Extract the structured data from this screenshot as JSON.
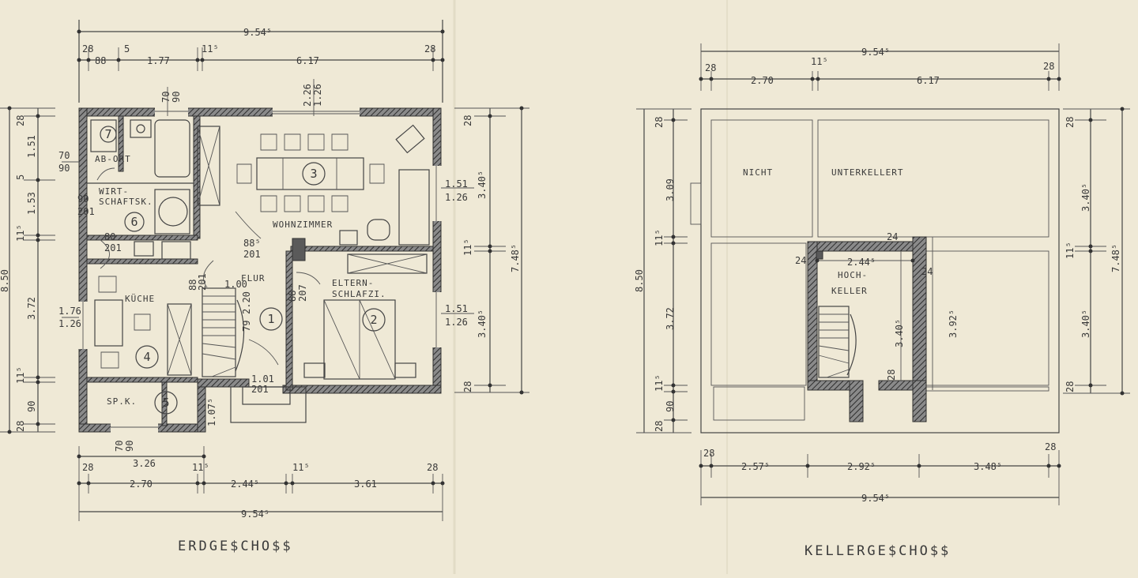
{
  "erdgeschoss": {
    "title": "ERDGE$CHO$$",
    "rooms": {
      "abort": "AB-ORT",
      "wirtschaft_1": "WIRT-",
      "wirtschaft_2": "SCHAFTSK.",
      "wohnzimmer": "WOHNZIMMER",
      "flur": "FLUR",
      "eltern_1": "ELTERN-",
      "eltern_2": "SCHLAFZI.",
      "kueche": "KÜCHE",
      "spk": "SP.K."
    },
    "room_numbers": [
      "1",
      "2",
      "3",
      "4",
      "5",
      "6",
      "7"
    ],
    "dims": {
      "top_total": "9.54⁵",
      "top_28a": "28",
      "top_88": "88",
      "top_5": "5",
      "top_177": "1.77",
      "top_115": "11⁵",
      "top_617": "6.17",
      "top_28b": "28",
      "window_70": "70",
      "window_90": "90",
      "door_226": "2.26",
      "door_126": "1.26",
      "left_28": "28",
      "left_151": "1.51",
      "left_5": "5",
      "left_153": "1.53",
      "left_115": "11⁵",
      "left_850": "8.50",
      "left_372": "3.72",
      "left_115b": "11⁵",
      "left_28b": "28",
      "left_90": "90",
      "abort_70": "70",
      "abort_90": "90",
      "wirt_90": "90",
      "wirt_201": "201",
      "kue_80": "80",
      "kue_201": "201",
      "kue_176": "1.76",
      "kue_126": "1.26",
      "flur_885": "88⁵",
      "flur_201": "201",
      "flur_88": "88",
      "flur_201b": "201",
      "stair_100": "1.00",
      "stair_79": "79",
      "stair_220": "2.20",
      "eltern_885": "88⁵",
      "eltern_207": "207",
      "entry_101": "1.01",
      "entry_201": "201",
      "side_1075": "1.07⁵",
      "right_151a": "1.51",
      "right_126a": "1.26",
      "right_151b": "1.51",
      "right_126b": "1.26",
      "right_28": "28",
      "right_3405a": "3.40⁵",
      "right_115": "11⁵",
      "right_3405b": "3.40⁵",
      "right_28b": "28",
      "right_7485": "7.48⁵",
      "bottom_70": "70",
      "bottom_90": "90",
      "bottom_326": "3.26",
      "bottom_28a": "28",
      "bottom_270": "2.70",
      "bottom_115a": "11⁵",
      "bottom_2445": "2.44⁵",
      "bottom_115b": "11⁵",
      "bottom_361": "3.61",
      "bottom_28b": "28",
      "bottom_total": "9.54⁵"
    }
  },
  "kellergeschoss": {
    "title": "KELLERGE$CHO$$",
    "rooms": {
      "nicht": "NICHT",
      "unterkellert": "UNTERKELLERT",
      "hoch": "HOCH-",
      "keller": "KELLER"
    },
    "dims": {
      "top_total": "9.54⁵",
      "top_28a": "28",
      "top_270": "2.70",
      "top_115": "11⁵",
      "top_617": "6.17",
      "top_28b": "28",
      "left_28": "28",
      "left_309": "3.09",
      "left_115": "11⁵",
      "left_850": "8.50",
      "left_372": "3.72",
      "left_115b": "11⁵",
      "left_28b": "28",
      "left_90": "90",
      "hk_24a": "24",
      "hk_24b": "24",
      "hk_24c": "24",
      "hk_2445": "2.44⁵",
      "hk_3405": "3.40⁵",
      "hk_3925": "3.92⁵",
      "hk_28": "28",
      "right_28": "28",
      "right_3405a": "3.40⁵",
      "right_115": "11⁵",
      "right_3405b": "3.40⁵",
      "right_28b": "28",
      "right_7485": "7.48⁵",
      "bottom_28a": "28",
      "bottom_2575": "2.57⁵",
      "bottom_2925": "2.92⁵",
      "bottom_3485": "3.48⁵",
      "bottom_28b": "28",
      "bottom_total": "9.54⁵"
    }
  }
}
